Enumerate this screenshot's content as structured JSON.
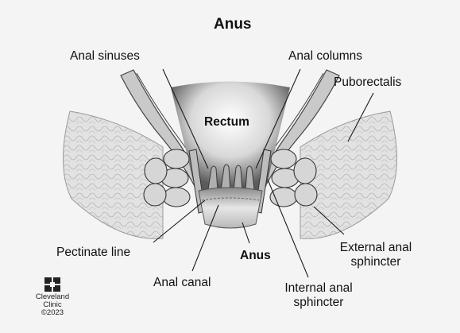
{
  "diagram": {
    "title": "Anus",
    "labels": {
      "anal_sinuses": "Anal sinuses",
      "anal_columns": "Anal columns",
      "puborectalis": "Puborectalis",
      "rectum": "Rectum",
      "pectinate_line": "Pectinate line",
      "anus": "Anus",
      "external_anal_sphincter_line1": "External anal",
      "external_anal_sphincter_line2": "sphincter",
      "anal_canal": "Anal canal",
      "internal_anal_sphincter_line1": "Internal anal",
      "internal_anal_sphincter_line2": "sphincter"
    }
  },
  "credit": {
    "org_line1": "Cleveland",
    "org_line2": "Clinic",
    "year": "©2023",
    "logo_icon": "cleveland-clinic-logo-icon"
  },
  "colors": {
    "background": "#f4f4f4",
    "tissue_light": "#dcdcdc",
    "tissue_mid": "#a9a9a9",
    "tissue_dark": "#3a3a3a",
    "text": "#111111"
  }
}
